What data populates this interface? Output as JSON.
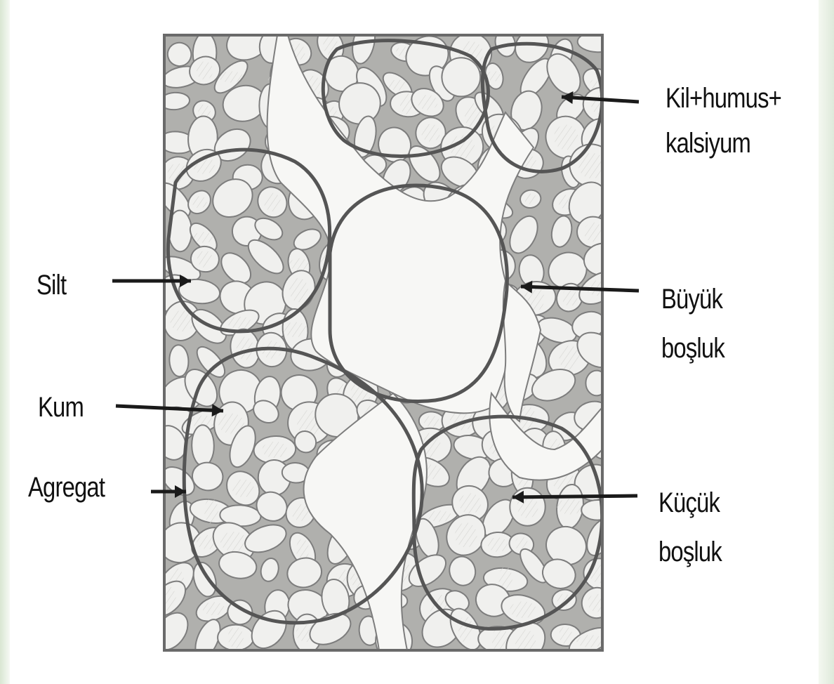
{
  "labels": {
    "kil_humus_line1": "Kil+humus+",
    "kil_humus_line2": "kalsiyum",
    "silt": "Silt",
    "buyuk_line1": "Büyük",
    "buyuk_line2": "boşluk",
    "kum": "Kum",
    "agregat": "Agregat",
    "kucuk_line1": "Küçük",
    "kucuk_line2": "boşluk"
  },
  "colors": {
    "background": "#ffffff",
    "side_tint": "#dfe9da",
    "grain_fill": "#f0f0ee",
    "grain_outline": "#7d7d7d",
    "matrix_fill": "#b0b0ad",
    "pore_fill": "#f7f7f5",
    "aggregate_outline": "#555555",
    "arrow": "#1a1a1a",
    "frame": "#6a6a6a"
  }
}
